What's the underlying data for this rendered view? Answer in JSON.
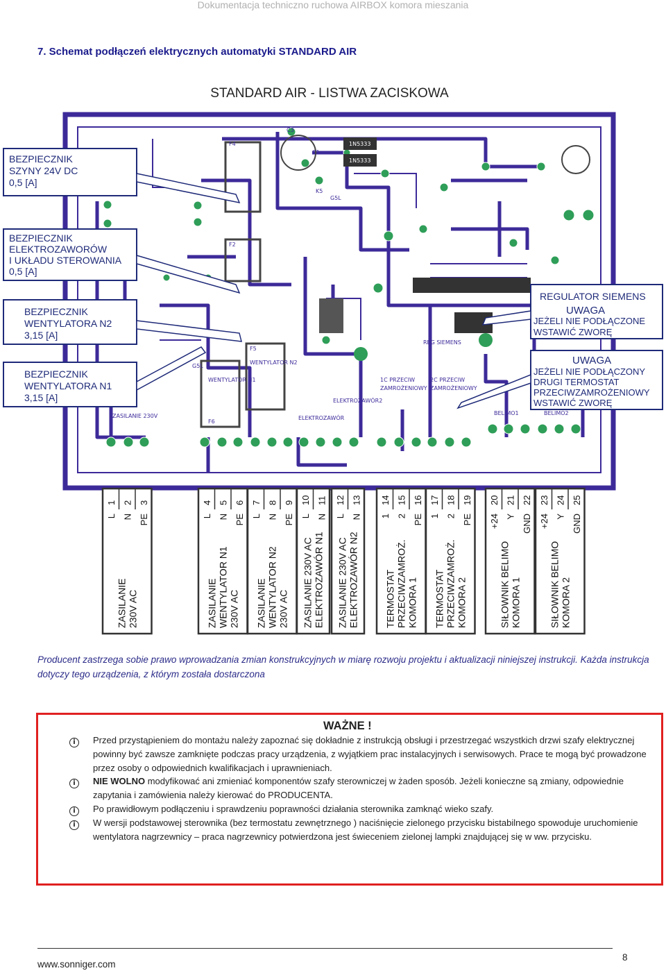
{
  "header": "Dokumentacja techniczno ruchowa AIRBOX komora mieszania",
  "section_title": "7. Schemat podłączeń elektrycznych automatyki STANDARD AIR",
  "diagram": {
    "title": "STANDARD AIR - LISTWA ZACISKOWA",
    "callouts": {
      "fuse_bus": [
        "BEZPIECZNIK",
        "SZYNY 24V DC",
        "0,5 [A]"
      ],
      "fuse_valves": [
        "BEZPIECZNIK",
        "ELEKTROZAWORÓW",
        "I UKŁADU STEROWANIA",
        "0,5 [A]"
      ],
      "fuse_n2": [
        "BEZPIECZNIK",
        "WENTYLATORA N2",
        "3,15 [A]"
      ],
      "fuse_n1": [
        "BEZPIECZNIK",
        "WENTYLATORA N1",
        "3,15 [A]"
      ],
      "siemens": [
        "REGULATOR SIEMENS",
        "UWAGA",
        "JEŻELI NIE PODŁĄCZONE",
        "WSTAWIĆ ZWORĘ"
      ],
      "thermostat": [
        "UWAGA",
        "JEŻELI NIE PODŁĄCZONY",
        "DRUGI TERMOSTAT",
        "PRZECIWZAMROŻENIOWY",
        "WSTAWIĆ ZWORĘ"
      ]
    },
    "components": [
      "1N5333",
      "1N5333",
      "F4",
      "F2",
      "F6",
      "F5",
      "G5L",
      "G5L",
      "C1",
      "C3",
      "K5",
      "REG SIEMENS",
      "ZASILANIE 230V",
      "WENTYLATOR N1",
      "WENTYLATOR N2",
      "ELEKTROZAWÓR",
      "ELEKTROZAWÓR2",
      "1C PRZECIW",
      "ZAMROŻENIOWY",
      "2C PRZECIW",
      "ZAMROŻENIOWY",
      "BELIMO1",
      "BELIMO2"
    ],
    "groups": [
      {
        "terminals": [
          {
            "n": "1",
            "s": "L"
          },
          {
            "n": "2",
            "s": "N"
          },
          {
            "n": "3",
            "s": "PE"
          }
        ],
        "label": [
          "ZASILANIE",
          "230V AC"
        ]
      },
      {
        "terminals": [
          {
            "n": "4",
            "s": "L"
          },
          {
            "n": "5",
            "s": "N"
          },
          {
            "n": "6",
            "s": "PE"
          }
        ],
        "label": [
          "ZASILANIE",
          "WENTYLATOR N1",
          "230V AC"
        ]
      },
      {
        "terminals": [
          {
            "n": "7",
            "s": "L"
          },
          {
            "n": "8",
            "s": "N"
          },
          {
            "n": "9",
            "s": "PE"
          }
        ],
        "label": [
          "ZASILANIE",
          "WENTYLATOR N2",
          "230V AC"
        ]
      },
      {
        "terminals": [
          {
            "n": "10",
            "s": "L"
          },
          {
            "n": "11",
            "s": "N"
          }
        ],
        "label": [
          "ZASILANIE 230V AC",
          "ELEKTROZAWÓR N1"
        ]
      },
      {
        "terminals": [
          {
            "n": "12",
            "s": "L"
          },
          {
            "n": "13",
            "s": "N"
          }
        ],
        "label": [
          "ZASILANIE 230V AC",
          "ELEKTROZAWÓR N2"
        ]
      },
      {
        "terminals": [
          {
            "n": "14",
            "s": "1"
          },
          {
            "n": "15",
            "s": "2"
          },
          {
            "n": "16",
            "s": "PE"
          }
        ],
        "label": [
          "TERMOSTAT",
          "PRZECIWZAMROŻ.",
          "KOMORA 1"
        ]
      },
      {
        "terminals": [
          {
            "n": "17",
            "s": "1"
          },
          {
            "n": "18",
            "s": "2"
          },
          {
            "n": "19",
            "s": "PE"
          }
        ],
        "label": [
          "TERMOSTAT",
          "PRZECIWZAMROŻ.",
          "KOMORA 2"
        ]
      },
      {
        "terminals": [
          {
            "n": "20",
            "s": "+24"
          },
          {
            "n": "21",
            "s": "Y"
          },
          {
            "n": "22",
            "s": "GND"
          }
        ],
        "label": [
          "SIŁOWNIK BELIMO",
          "KOMORA 1"
        ]
      },
      {
        "terminals": [
          {
            "n": "23",
            "s": "+24"
          },
          {
            "n": "24",
            "s": "Y"
          },
          {
            "n": "25",
            "s": "GND"
          }
        ],
        "label": [
          "SIŁOWNIK BELIMO",
          "KOMORA 2"
        ]
      }
    ]
  },
  "notice": "Producent zastrzega sobie prawo wprowadzania zmian konstrukcyjnych w miarę rozwoju projektu i aktualizacji niniejszej instrukcji. Każda instrukcja dotyczy tego urządzenia, z którym została dostarczona",
  "important": {
    "title": "WAŻNE !",
    "icon_glyph": "i",
    "items": [
      {
        "bold": "",
        "text": "Przed przystąpieniem do montażu należy zapoznać się dokładnie z instrukcją obsługi i przestrzegać wszystkich drzwi szafy elektrycznej powinny być zawsze zamknięte podczas pracy urządzenia, z wyjątkiem prac instalacyjnych i serwisowych. Prace te mogą być prowadzone przez osoby  o odpowiednich kwalifikacjach i uprawnieniach."
      },
      {
        "bold": "NIE WOLNO",
        "text": " modyfikować ani zmieniać komponentów szafy sterowniczej w żaden sposób. Jeżeli konieczne są zmiany, odpowiednie zapytania i zamówienia należy kierować do PRODUCENTA."
      },
      {
        "bold": "",
        "text": "Po prawidłowym podłączeniu i sprawdzeniu poprawności działania sterownika zamknąć wieko szafy."
      },
      {
        "bold": "",
        "text": "W wersji podstawowej sterownika (bez termostatu zewnętrznego ) naciśnięcie zielonego przycisku bistabilnego spowoduje uruchomienie wentylatora nagrzewnicy – praca nagrzewnicy potwierdzona jest świeceniem zielonej lampki znajdującej się w ww. przycisku."
      }
    ]
  },
  "footer": {
    "url": "www.sonniger.com",
    "page": "8"
  },
  "colors": {
    "pcb_trace": "#3d2a99",
    "pad": "#2f9e58",
    "title_blue": "#1a1a8c",
    "warning_border": "#e02020",
    "callout_text": "#1e2a78"
  }
}
